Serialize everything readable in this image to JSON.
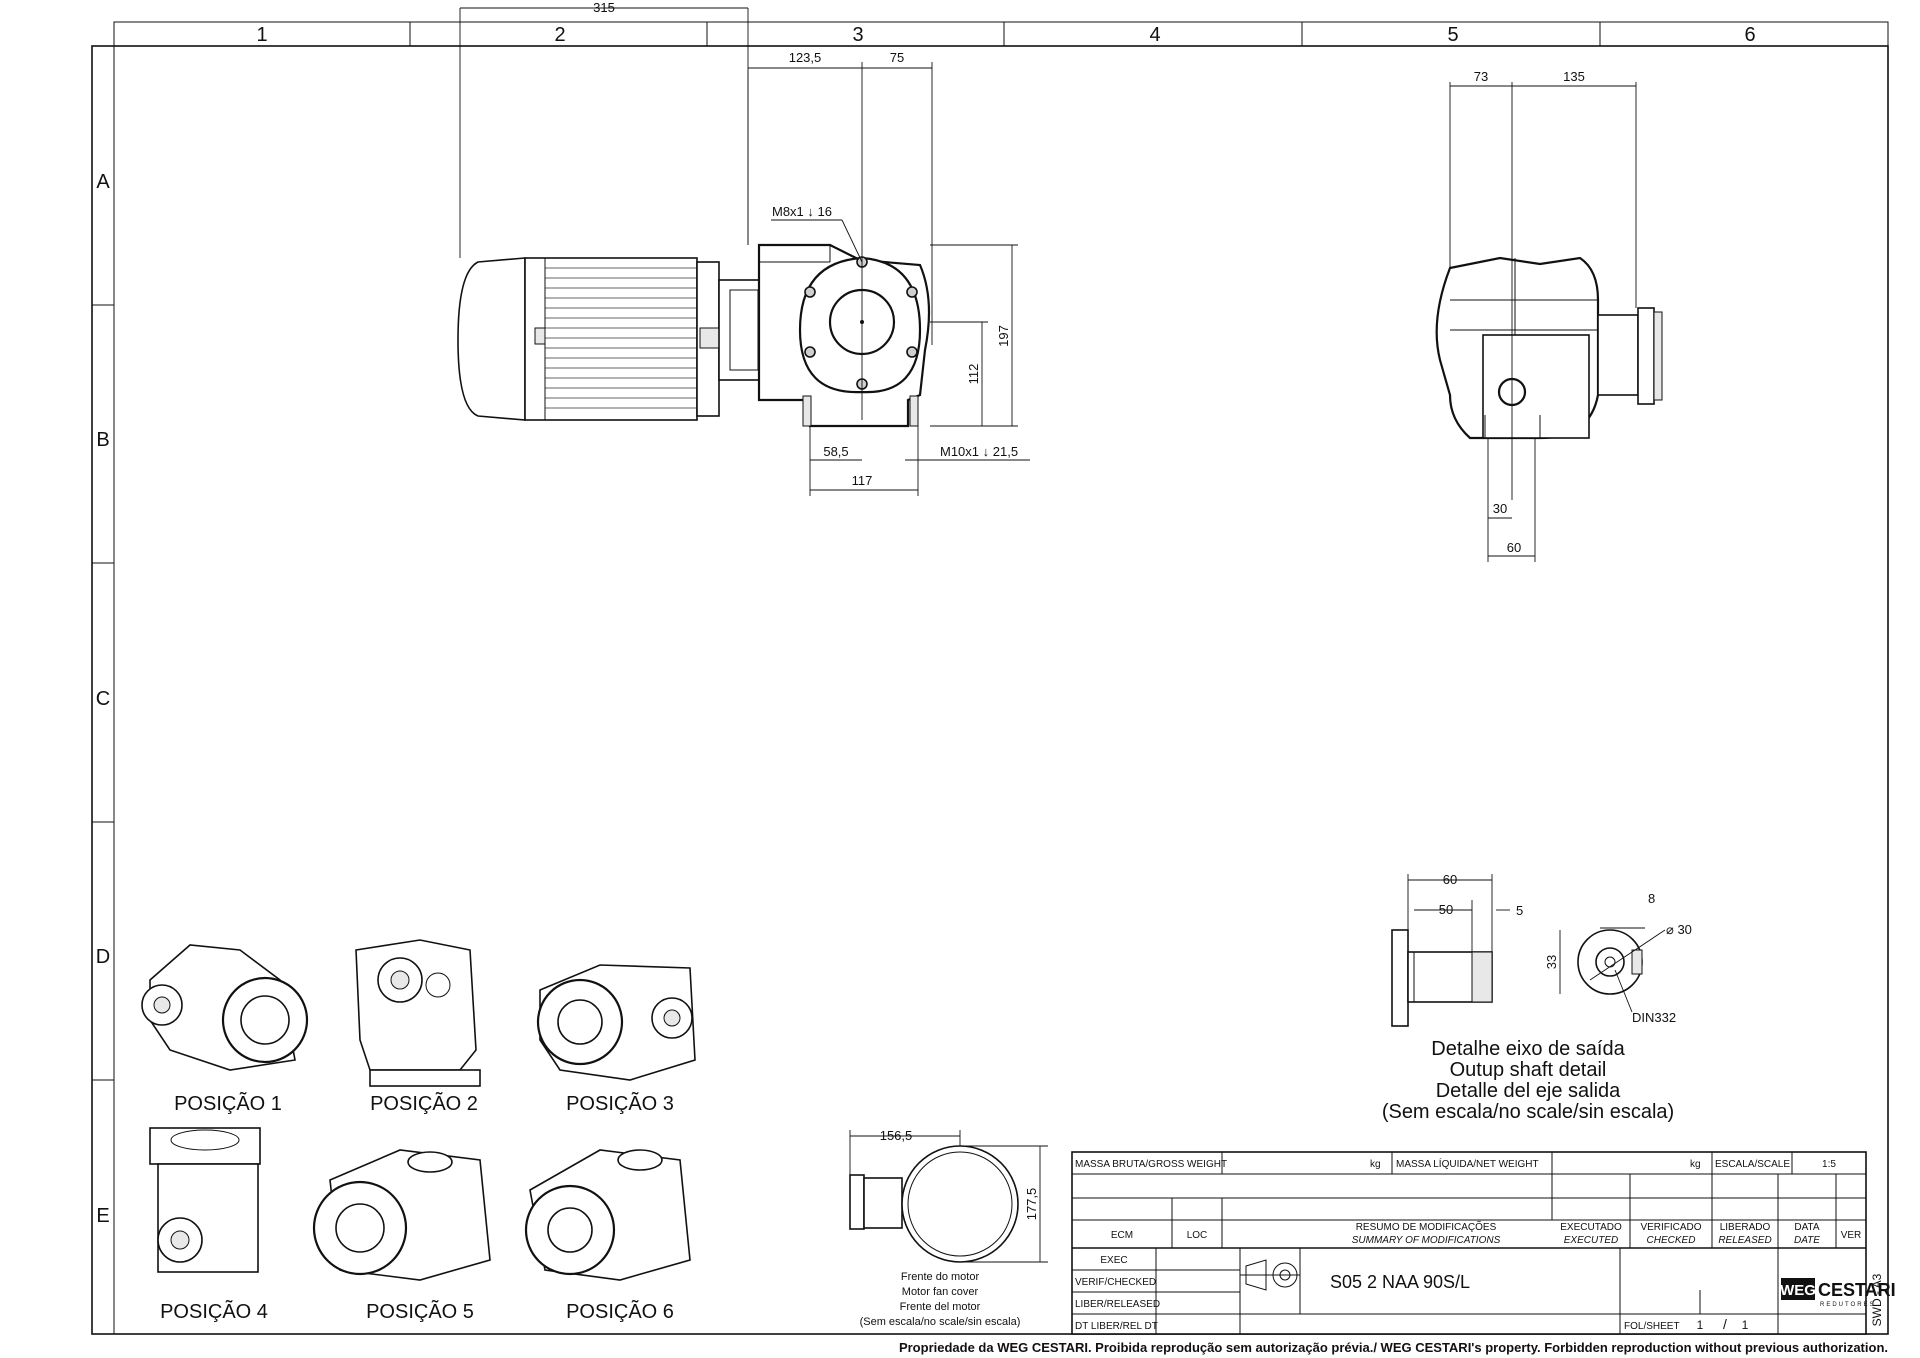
{
  "grid": {
    "columns": [
      "1",
      "2",
      "3",
      "4",
      "5",
      "6"
    ],
    "rows": [
      "A",
      "B",
      "C",
      "D",
      "E"
    ]
  },
  "dims_front": {
    "d315": "315",
    "d123_5": "123,5",
    "d75": "75",
    "thread_top": "M8x1 ↓ 16",
    "d197": "197",
    "d112": "112",
    "d58_5": "58,5",
    "d117": "117",
    "thread_bottom": "M10x1 ↓ 21,5"
  },
  "dims_side": {
    "d73": "73",
    "d135": "135",
    "d30": "30",
    "d60": "60"
  },
  "shaft_detail": {
    "d60": "60",
    "d50": "50",
    "d5": "5",
    "d8": "8",
    "d33": "33",
    "diameter": "⌀ 30",
    "din": "DIN332",
    "caption": [
      "Detalhe eixo de saída",
      "Outup shaft detail",
      "Detalle del eje salida",
      "(Sem escala/no scale/sin escala)"
    ]
  },
  "motor_cover": {
    "d156_5": "156,5",
    "d177_5": "177,5",
    "caption": [
      "Frente do motor",
      "Motor fan cover",
      "Frente del motor",
      "(Sem escala/no scale/sin escala)"
    ]
  },
  "positions": [
    "POSIÇÃO 1",
    "POSIÇÃO 2",
    "POSIÇÃO 3",
    "POSIÇÃO 4",
    "POSIÇÃO 5",
    "POSIÇÃO 6"
  ],
  "title_block": {
    "gross_weight": "MASSA BRUTA/GROSS WEIGHT",
    "kg1": "kg",
    "net_weight": "MASSA LÍQUIDA/NET WEIGHT",
    "kg2": "kg",
    "scale_label": "ESCALA/SCALE",
    "scale_value": "1:5",
    "ecm": "ECM",
    "loc": "LOC",
    "summary_pt": "RESUMO DE MODIFICAÇÕES",
    "summary_en": "SUMMARY OF MODIFICATIONS",
    "executed_pt": "EXECUTADO",
    "executed_en": "EXECUTED",
    "checked_pt": "VERIFICADO",
    "checked_en": "CHECKED",
    "released_pt": "LIBERADO",
    "released_en": "RELEASED",
    "date_pt": "DATA",
    "date_en": "DATE",
    "ver": "VER",
    "exec": "EXEC",
    "verif": "VERIF/CHECKED",
    "liber": "LIBER/RELEASED",
    "dt_liber": "DT LIBER/REL DT",
    "model": "S05 2 NAA 90S/L",
    "fol_sheet": "FOL/SHEET",
    "sheet_num": "1",
    "sheet_sep": "/",
    "sheet_total": "1",
    "logo_weg": "WEG",
    "logo_cestari": "CESTARI",
    "logo_sub": "REDUTORES",
    "side_code": "SWD - A3"
  },
  "footer": "Propriedade da WEG CESTARI. Proibida reprodução sem autorização prévia./ WEG CESTARI's property. Forbidden reproduction without previous authorization."
}
